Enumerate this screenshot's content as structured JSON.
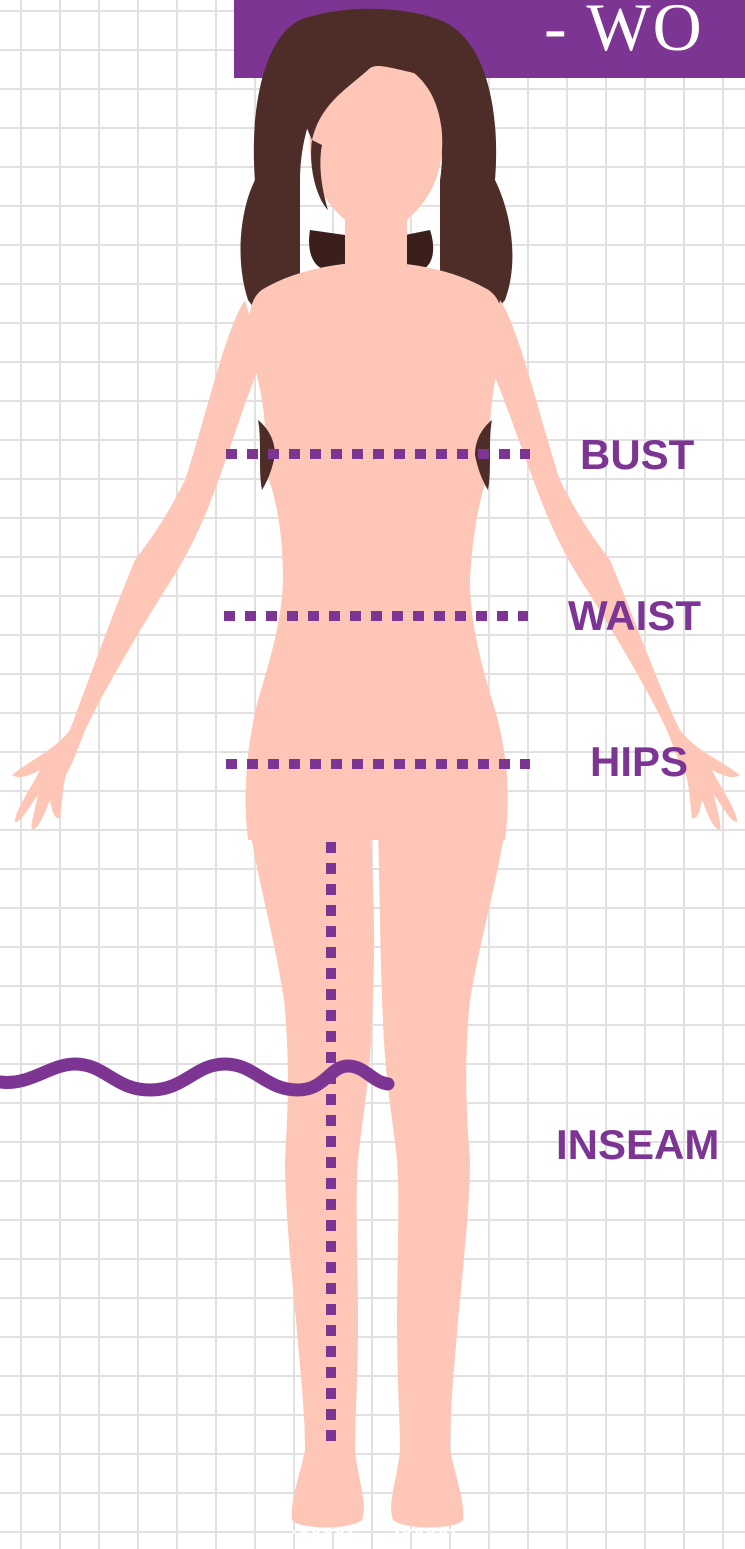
{
  "header": {
    "title": "- WO"
  },
  "measurements": {
    "bust": "BUST",
    "waist": "WAIST",
    "hips": "HIPS",
    "inseam": "INSEAM"
  },
  "colors": {
    "accent": "#7d3593",
    "skin": "#fdc6b6",
    "hair": "#4e2c28",
    "grid": "#e1e1e1"
  }
}
